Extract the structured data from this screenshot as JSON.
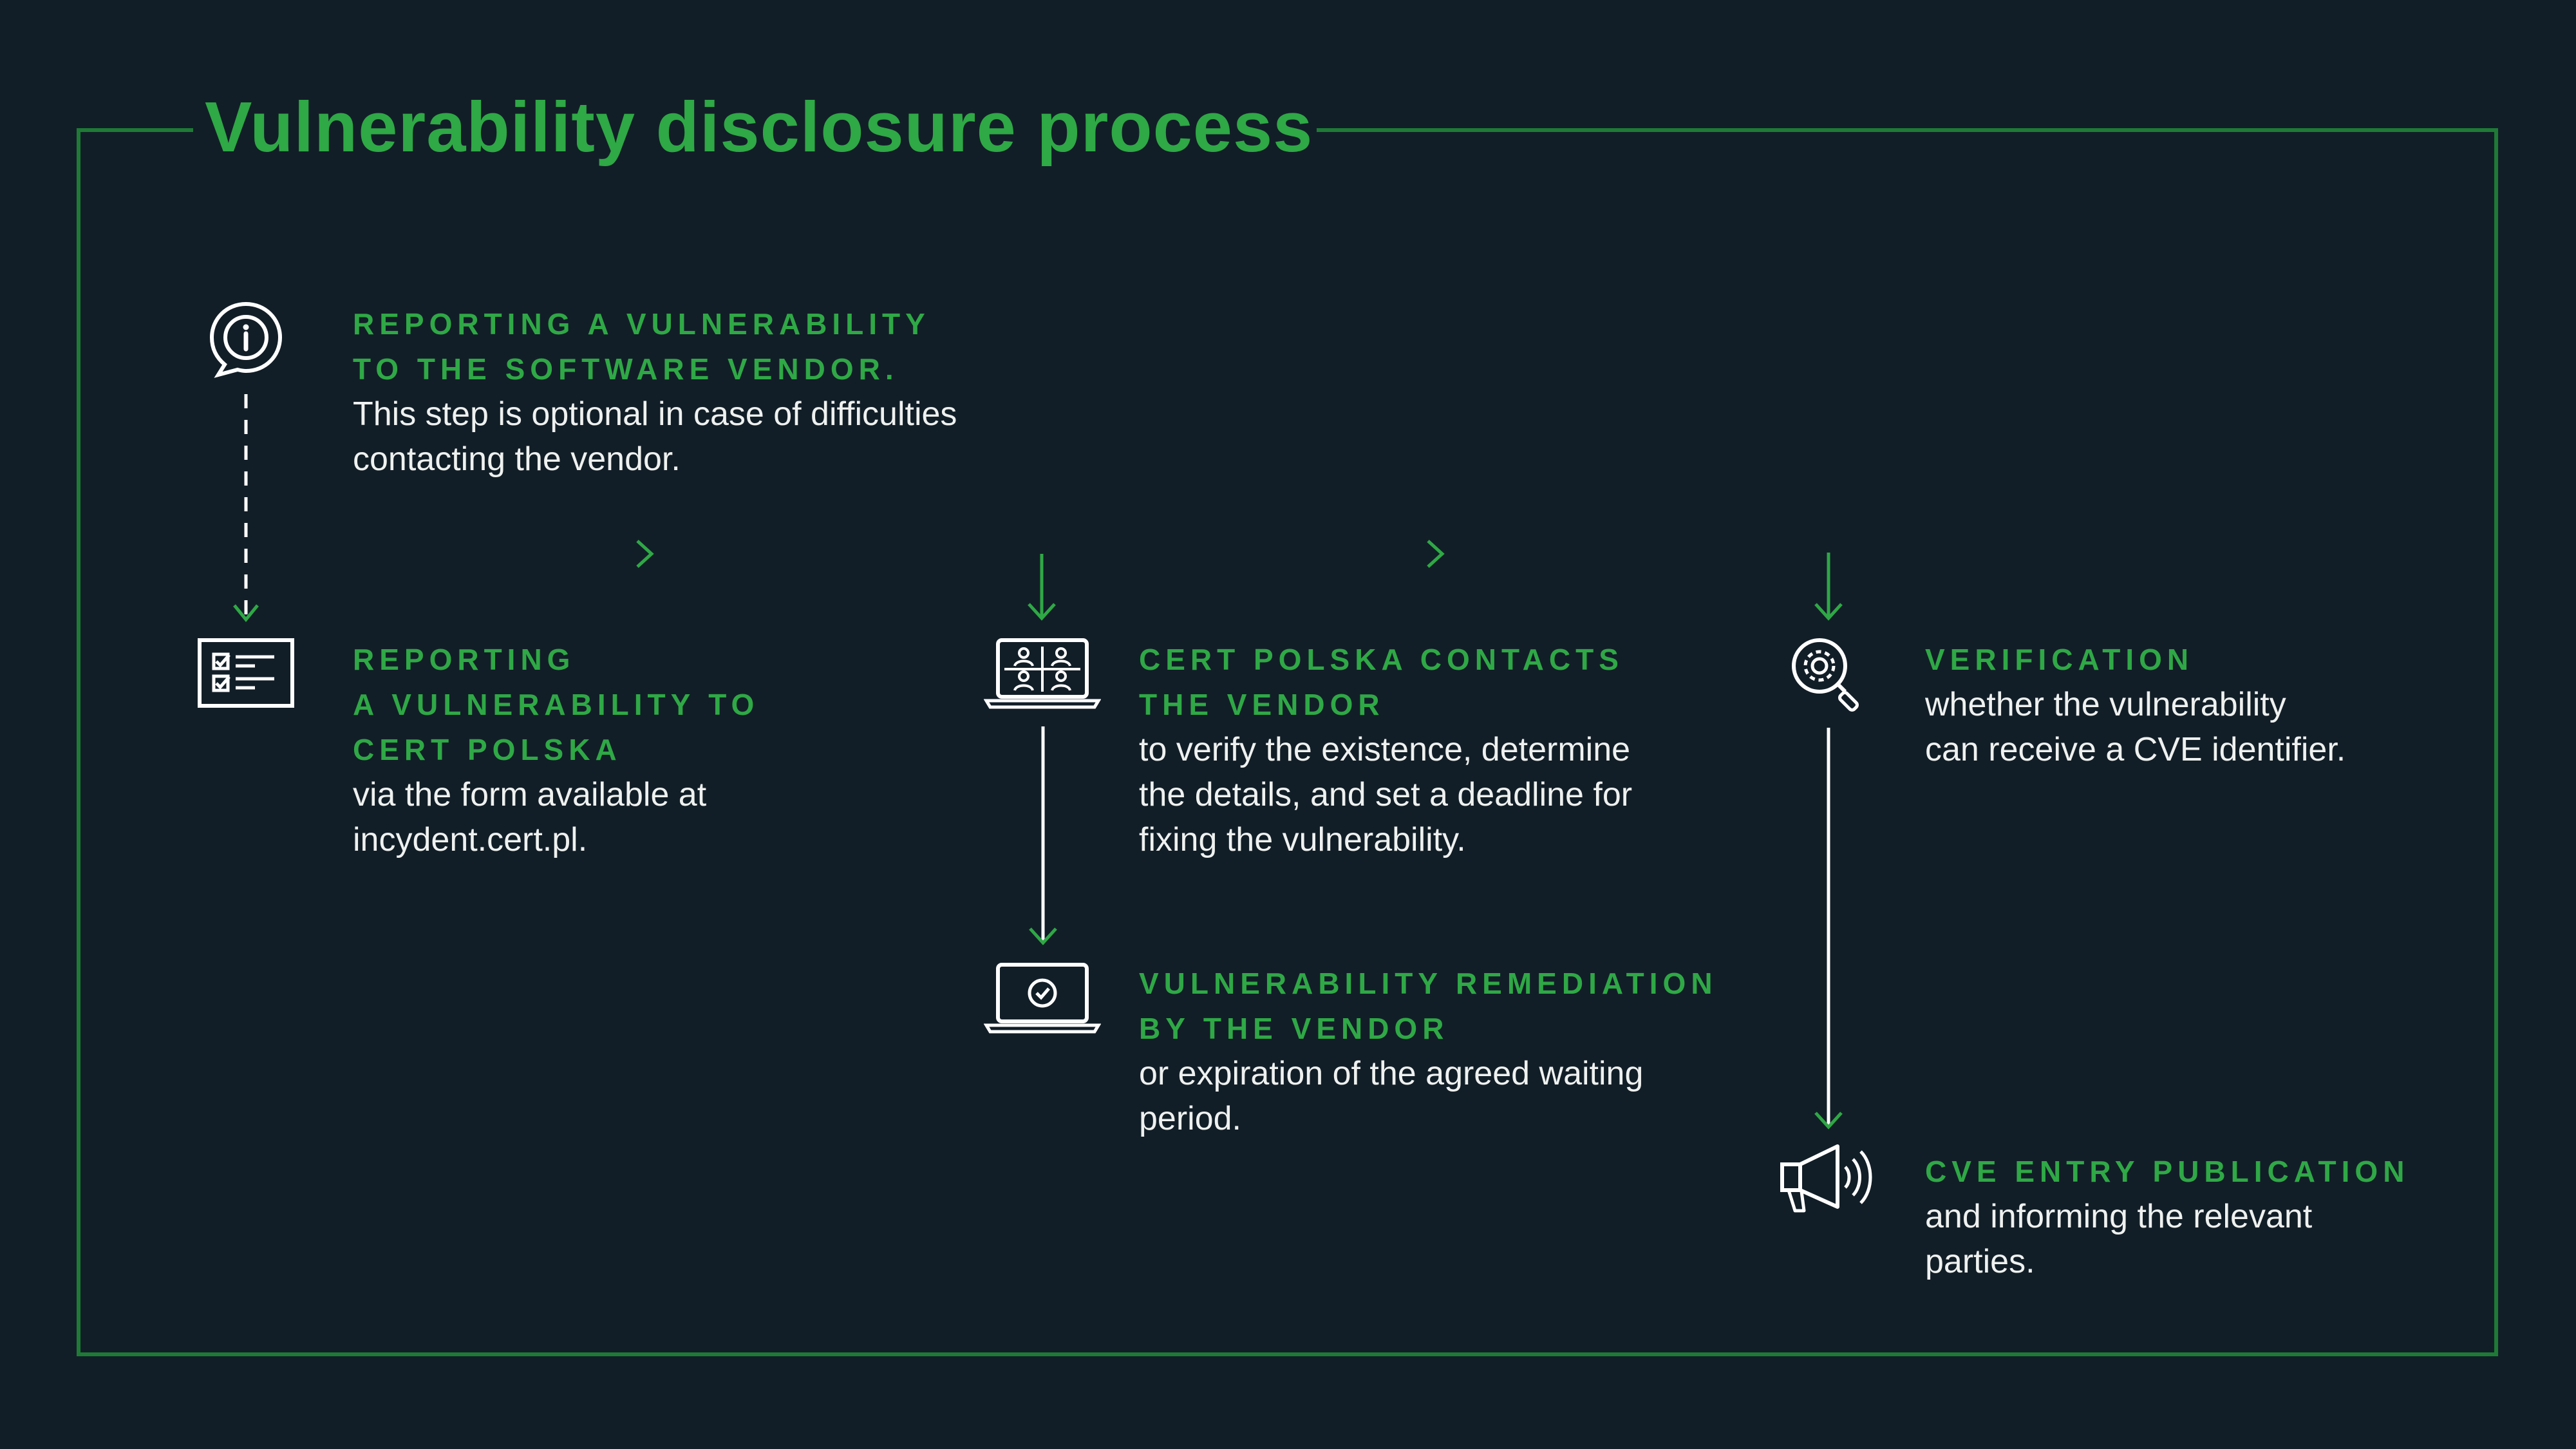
{
  "title": "Vulnerability disclosure process",
  "colors": {
    "background": "#121e27",
    "accent": "#2fa846",
    "text": "#eef1ef",
    "frame": "#1f7a36"
  },
  "steps": {
    "report_vendor": {
      "icon": "info-speech-bubble-icon",
      "heading": [
        "REPORTING A VULNERABILITY",
        "TO THE SOFTWARE VENDOR."
      ],
      "description": [
        "This step is optional in case of difficulties",
        "contacting the vendor."
      ]
    },
    "report_cert": {
      "icon": "checklist-form-icon",
      "heading": [
        "REPORTING",
        "A VULNERABILITY TO",
        "CERT POLSKA"
      ],
      "description": [
        "via the form available at",
        "incydent.cert.pl."
      ]
    },
    "cert_contacts": {
      "icon": "laptop-video-call-icon",
      "heading": [
        "CERT POLSKA CONTACTS",
        "THE VENDOR"
      ],
      "description": [
        "to verify the existence, determine",
        "the details, and set a deadline for",
        "fixing the vulnerability."
      ]
    },
    "remediation": {
      "icon": "laptop-checkmark-icon",
      "heading": [
        "VULNERABILITY REMEDIATION",
        "BY THE VENDOR"
      ],
      "description": [
        "or expiration of the agreed waiting",
        "period."
      ]
    },
    "verification": {
      "icon": "gear-magnifier-icon",
      "heading": [
        "VERIFICATION"
      ],
      "description": [
        "whether the vulnerability",
        "can receive a CVE identifier."
      ]
    },
    "publication": {
      "icon": "megaphone-icon",
      "heading": [
        "CVE ENTRY PUBLICATION"
      ],
      "description": [
        "and informing the relevant",
        "parties."
      ]
    }
  }
}
